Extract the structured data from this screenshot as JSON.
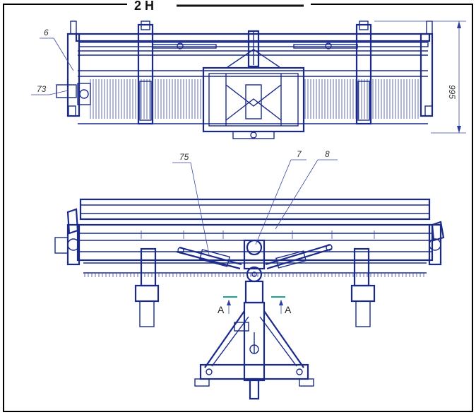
{
  "drawing": {
    "heading_fragment": "2  Н",
    "callouts": {
      "c6": "6",
      "c73": "73",
      "c75": "75",
      "c7": "7",
      "c8": "8"
    },
    "dimension": "995",
    "section_left": "A",
    "section_right": "A"
  }
}
